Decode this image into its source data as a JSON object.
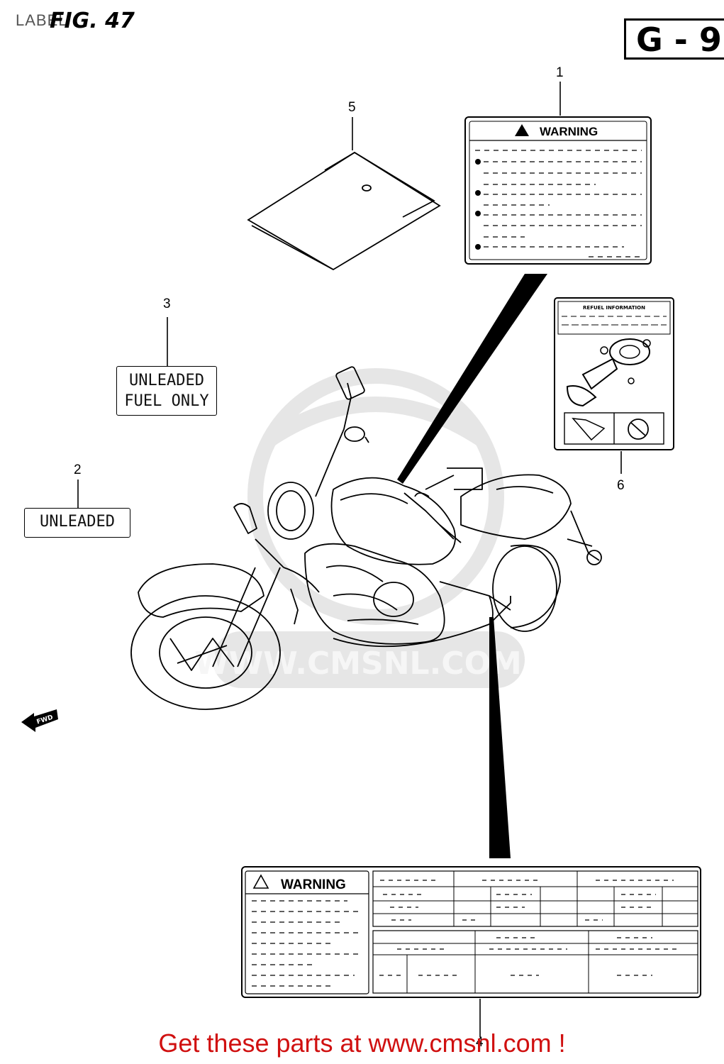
{
  "header": {
    "page_label": "LABEL",
    "figure_label": "FIG. 47",
    "section_code": "G - 9"
  },
  "callouts": [
    "1",
    "2",
    "3",
    "4",
    "5",
    "6"
  ],
  "labels": {
    "warning_label_1": {
      "title": "WARNING"
    },
    "unleaded_label_2": {
      "text": "UNLEADED"
    },
    "unleaded_fuel_only_3": {
      "line1": "UNLEADED",
      "line2": "FUEL ONLY"
    },
    "warning_label_4": {
      "title": "WARNING"
    },
    "refuel_info_6": {
      "title": "REFUEL INFORMATION"
    }
  },
  "direction_marker": "FWD",
  "watermark": "WWW.CMSNL.COM",
  "footer": "Get these parts at www.cmsnl.com !",
  "colors": {
    "footer_red": "#d01010",
    "line": "#000000",
    "watermark_gray": "#e4e4e4"
  }
}
